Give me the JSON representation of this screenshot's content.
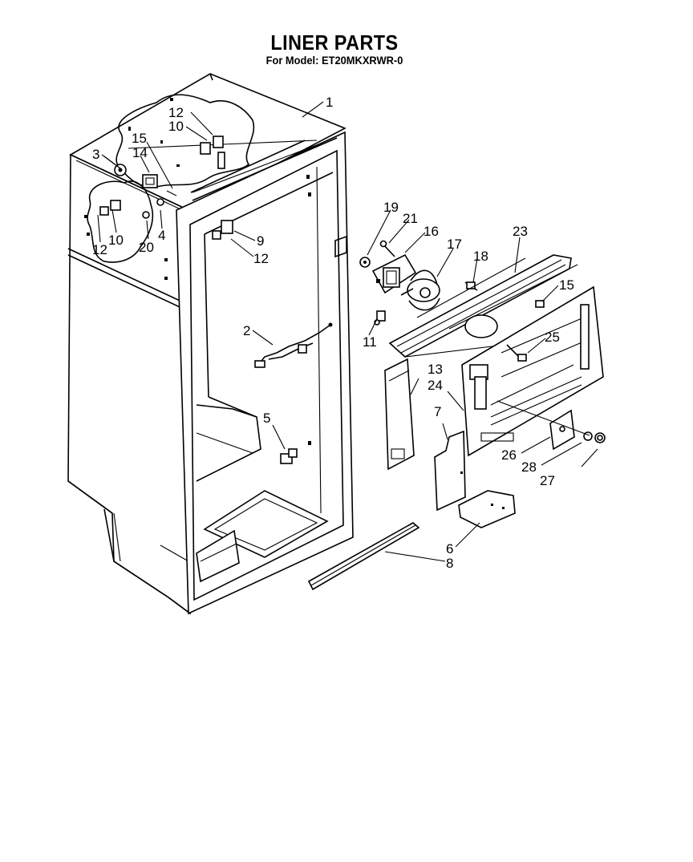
{
  "header": {
    "title": "LINER PARTS",
    "subtitle": "For Model: ET20MKXRWR-0"
  },
  "callouts": [
    {
      "id": "c1",
      "label": "1"
    },
    {
      "id": "c2",
      "label": "2"
    },
    {
      "id": "c3",
      "label": "3"
    },
    {
      "id": "c4",
      "label": "4"
    },
    {
      "id": "c5",
      "label": "5"
    },
    {
      "id": "c6",
      "label": "6"
    },
    {
      "id": "c7",
      "label": "7"
    },
    {
      "id": "c8",
      "label": "8"
    },
    {
      "id": "c9",
      "label": "9"
    },
    {
      "id": "c10a",
      "label": "10"
    },
    {
      "id": "c10b",
      "label": "10"
    },
    {
      "id": "c11",
      "label": "11"
    },
    {
      "id": "c12a",
      "label": "12"
    },
    {
      "id": "c12b",
      "label": "12"
    },
    {
      "id": "c12c",
      "label": "12"
    },
    {
      "id": "c13",
      "label": "13"
    },
    {
      "id": "c14",
      "label": "14"
    },
    {
      "id": "c15a",
      "label": "15"
    },
    {
      "id": "c15b",
      "label": "15"
    },
    {
      "id": "c16",
      "label": "16"
    },
    {
      "id": "c17",
      "label": "17"
    },
    {
      "id": "c18",
      "label": "18"
    },
    {
      "id": "c19",
      "label": "19"
    },
    {
      "id": "c20",
      "label": "20"
    },
    {
      "id": "c21",
      "label": "21"
    },
    {
      "id": "c23",
      "label": "23"
    },
    {
      "id": "c24",
      "label": "24"
    },
    {
      "id": "c25",
      "label": "25"
    },
    {
      "id": "c26",
      "label": "26"
    },
    {
      "id": "c27",
      "label": "27"
    },
    {
      "id": "c28",
      "label": "28"
    }
  ]
}
